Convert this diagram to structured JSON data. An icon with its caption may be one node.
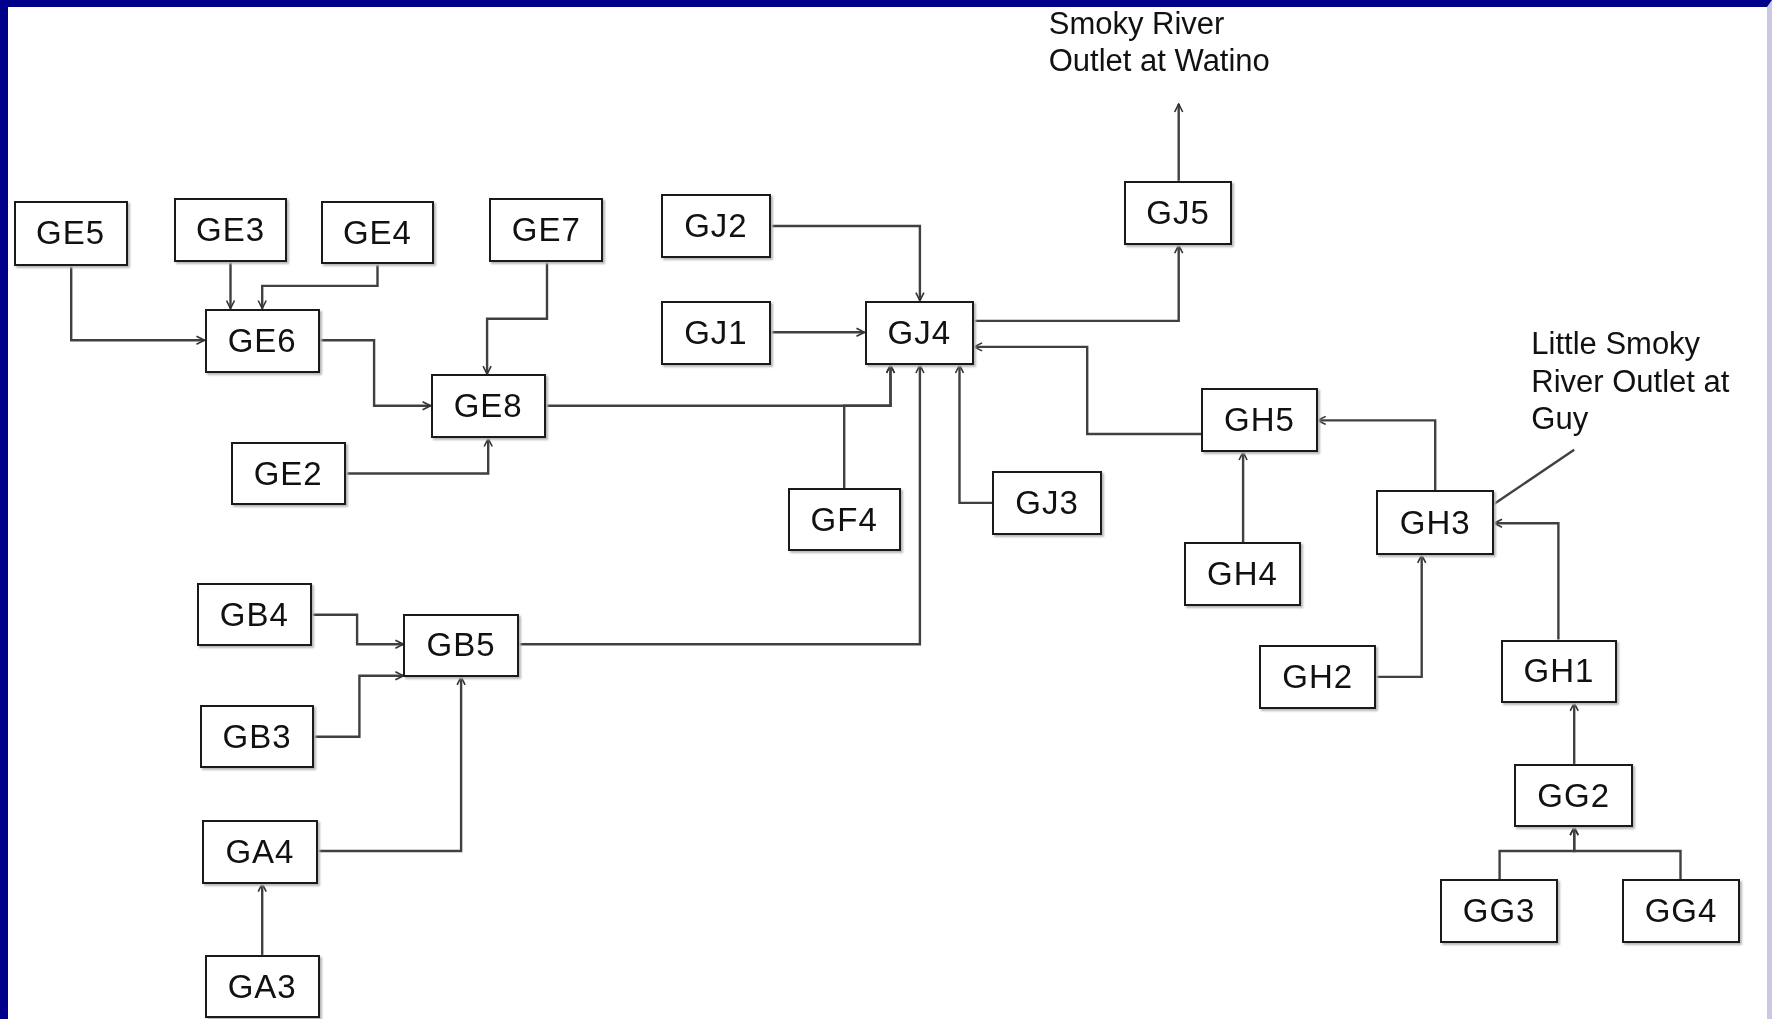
{
  "diagram": {
    "nodes": [
      {
        "text": [
          "GE5"
        ]
      },
      {
        "text": [
          "GE3"
        ]
      },
      {
        "text": [
          "GE4"
        ]
      },
      {
        "text": [
          "GE7"
        ]
      },
      {
        "text": [
          "GE6"
        ]
      },
      {
        "text": [
          "GE8"
        ]
      },
      {
        "text": [
          "GE2"
        ]
      },
      {
        "text": [
          "GJ2"
        ]
      },
      {
        "text": [
          "GJ1"
        ]
      },
      {
        "text": [
          "GJ4"
        ]
      },
      {
        "text": [
          "GJ5"
        ]
      },
      {
        "text": [
          "GF4"
        ]
      },
      {
        "text": [
          "GJ3"
        ]
      },
      {
        "text": [
          "GH5"
        ]
      },
      {
        "text": [
          "GH4"
        ]
      },
      {
        "text": [
          "GH3"
        ]
      },
      {
        "text": [
          "GH2"
        ]
      },
      {
        "text": [
          "GH1"
        ]
      },
      {
        "text": [
          "GG2"
        ]
      },
      {
        "text": [
          "GG3"
        ]
      },
      {
        "text": [
          "GG4"
        ]
      },
      {
        "text": [
          "GB4"
        ]
      },
      {
        "text": [
          "GB5"
        ]
      },
      {
        "text": [
          "GB3"
        ]
      },
      {
        "text": [
          "GA4"
        ]
      },
      {
        "text": [
          "GA3"
        ]
      },
      {
        "text": [
          "Smoky River Outlet at Watino"
        ]
      },
      {
        "text": [
          "Little Smoky River Outlet at Guy"
        ]
      }
    ],
    "edges": [
      {
        "from": 0,
        "to": 4,
        "arrow": "to"
      },
      {
        "from": 1,
        "to": 4,
        "arrow": "to"
      },
      {
        "from": 2,
        "to": 4,
        "arrow": "to"
      },
      {
        "from": 4,
        "to": 5,
        "arrow": "to"
      },
      {
        "from": 3,
        "to": 5,
        "arrow": "to"
      },
      {
        "from": 6,
        "to": 5,
        "arrow": "to"
      },
      {
        "from": 5,
        "to": 9,
        "arrow": "to"
      },
      {
        "from": 11,
        "to": 9,
        "arrow": "to"
      },
      {
        "from": 7,
        "to": 9,
        "arrow": "to"
      },
      {
        "from": 8,
        "to": 9,
        "arrow": "to"
      },
      {
        "from": 12,
        "to": 9,
        "arrow": "to"
      },
      {
        "from": 22,
        "to": 9,
        "arrow": "to"
      },
      {
        "from": 9,
        "to": 10,
        "arrow": "to"
      },
      {
        "from": 10,
        "to": 26,
        "arrow": "to"
      },
      {
        "from": 13,
        "to": 9,
        "arrow": "to"
      },
      {
        "from": 14,
        "to": 13,
        "arrow": "to"
      },
      {
        "from": 15,
        "to": 13,
        "arrow": "to"
      },
      {
        "from": 16,
        "to": 15,
        "arrow": "to"
      },
      {
        "from": 17,
        "to": 15,
        "arrow": "to"
      },
      {
        "from": 18,
        "to": 17,
        "arrow": "to"
      },
      {
        "from": 19,
        "to": 18,
        "arrow": "to"
      },
      {
        "from": 20,
        "to": 18,
        "arrow": "to"
      },
      {
        "from": 21,
        "to": 22,
        "arrow": "to"
      },
      {
        "from": 23,
        "to": 22,
        "arrow": "to"
      },
      {
        "from": 24,
        "to": 22,
        "arrow": "to"
      },
      {
        "from": 25,
        "to": 24,
        "arrow": "to"
      },
      {
        "from": 27,
        "to": 15,
        "arrow": "none"
      }
    ]
  }
}
